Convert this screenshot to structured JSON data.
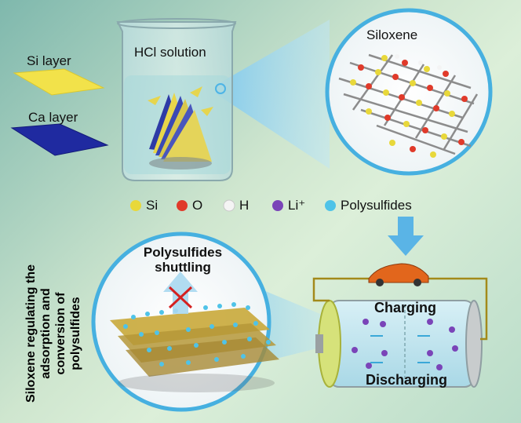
{
  "layers": {
    "si": "Si layer",
    "ca": "Ca layer"
  },
  "beaker_label": "HCl solution",
  "siloxene_title": "Siloxene",
  "legend": [
    {
      "label": "Si",
      "color": "#e8d83a"
    },
    {
      "label": "O",
      "color": "#e03a2a"
    },
    {
      "label": "H",
      "color": "#f4f4f4"
    },
    {
      "label": "Li⁺",
      "color": "#7a44b8"
    },
    {
      "label": "Polysulfides",
      "color": "#4fc3e8"
    }
  ],
  "shuttling_text": "Polysulfides shuttling",
  "side_text": "Siloxene regulating the adsorption and conversion of polysulfides",
  "battery": {
    "charging": "Charging",
    "discharging": "Discharging"
  },
  "colors": {
    "si_layer": "#f2e24a",
    "ca_layer": "#1f2aa0",
    "accent": "#5ab4e6"
  }
}
